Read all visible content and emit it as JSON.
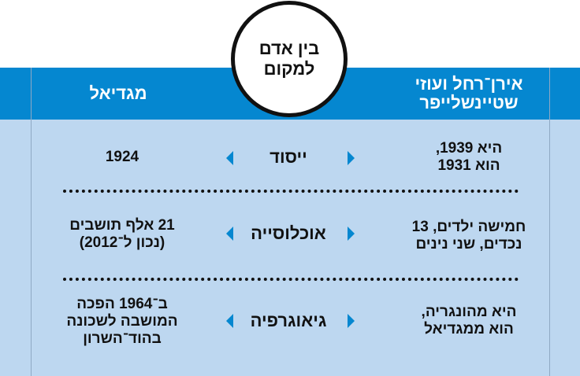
{
  "title": "בין אדם למקום",
  "header": {
    "right": "אירן־רחל ועוזי שטיינשלייפר",
    "left": "מגדיאל"
  },
  "colors": {
    "header": "#0587d0",
    "body": "#bdd7f0"
  },
  "rows": [
    {
      "label": "ייסוד",
      "right": "היא 1939,\nהוא 1931",
      "left": "1924"
    },
    {
      "label": "אוכלוסייה",
      "right": "חמישה ילדים, 13\nנכדים, שני נינים",
      "left": "21 אלף תושבים\n(נכון ל־2012)"
    },
    {
      "label": "גיאוגרפיה",
      "right": "היא מהונגריה,\nהוא ממגדיאל",
      "left": "ב־1964 הפכה\nהמושבה לשכונה\nבהוד־השרון"
    }
  ]
}
